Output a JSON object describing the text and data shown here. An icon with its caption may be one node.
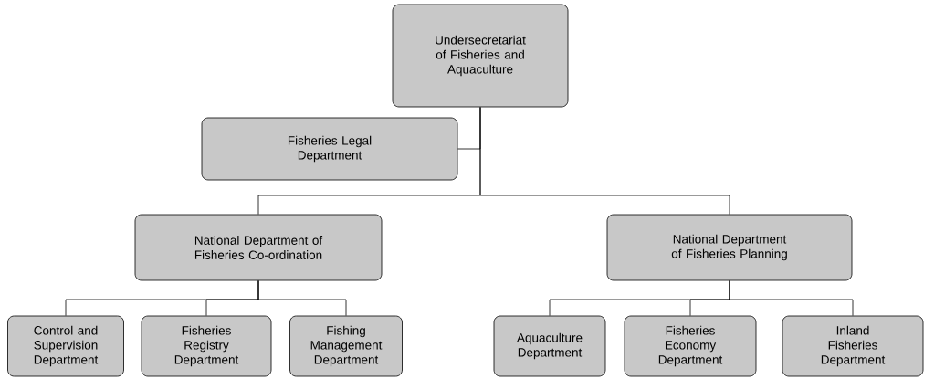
{
  "diagram": {
    "nodes": [
      {
        "text": [
          "Undersecretariat of Fisheries and Aquaculture"
        ]
      },
      {
        "text": [
          "Fisheries Legal Department"
        ]
      },
      {
        "text": [
          "National Department of Fisheries Co-ordination"
        ]
      },
      {
        "text": [
          "National Department of Fisheries Planning"
        ]
      },
      {
        "text": [
          "Control and Supervision Department"
        ]
      },
      {
        "text": [
          "Fisheries Registry Department"
        ]
      },
      {
        "text": [
          "Fishing Management Department"
        ]
      },
      {
        "text": [
          "Aquaculture Department"
        ]
      },
      {
        "text": [
          "Fisheries Economy Department"
        ]
      },
      {
        "text": [
          "Inland Fisheries Department"
        ]
      }
    ],
    "edges": [
      {
        "from": 0,
        "to": 1,
        "arrow": "none"
      },
      {
        "from": 0,
        "to": 2,
        "arrow": "none"
      },
      {
        "from": 0,
        "to": 3,
        "arrow": "none"
      },
      {
        "from": 2,
        "to": 4,
        "arrow": "none"
      },
      {
        "from": 2,
        "to": 5,
        "arrow": "none"
      },
      {
        "from": 2,
        "to": 6,
        "arrow": "none"
      },
      {
        "from": 3,
        "to": 7,
        "arrow": "none"
      },
      {
        "from": 3,
        "to": 8,
        "arrow": "none"
      },
      {
        "from": 3,
        "to": 9,
        "arrow": "none"
      }
    ]
  }
}
